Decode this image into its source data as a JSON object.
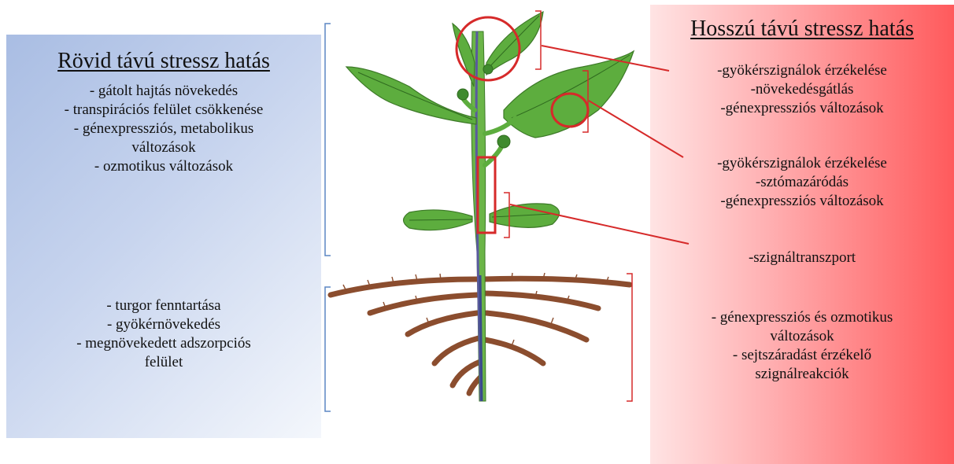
{
  "short_term": {
    "title": "Rövid távú stressz hatás",
    "shoot_effects": [
      "- gátolt hajtás növekedés",
      "-  transpirációs felület csökkenése",
      "- génexpressziós, metabolikus",
      "változások",
      "- ozmotikus változások"
    ],
    "root_effects": [
      "- turgor fenntartása",
      "-  gyökérnövekedés",
      "- megnövekedett adszorpciós",
      "felület"
    ]
  },
  "long_term": {
    "title": "Hosszú távú stressz hatás",
    "apex_effects": [
      "-gyökérszignálok érzékelése",
      "-növekedésgátlás",
      "-génexpressziós változások"
    ],
    "leaf_effects": [
      "-gyökérszignálok érzékelése",
      "-sztómazáródás",
      "-génexpressziós változások"
    ],
    "stem_effects": [
      "-szignáltranszport"
    ],
    "root_effects": [
      "- génexpressziós és ozmotikus",
      "változások",
      "-  sejtszáradást érzékelő",
      "szignálreakciók"
    ]
  },
  "colors": {
    "bracket_blue": "#5b86c4",
    "bracket_red": "#d62a2a",
    "leaf_green": "#5dad3e",
    "root_brown": "#8b4d2e"
  }
}
